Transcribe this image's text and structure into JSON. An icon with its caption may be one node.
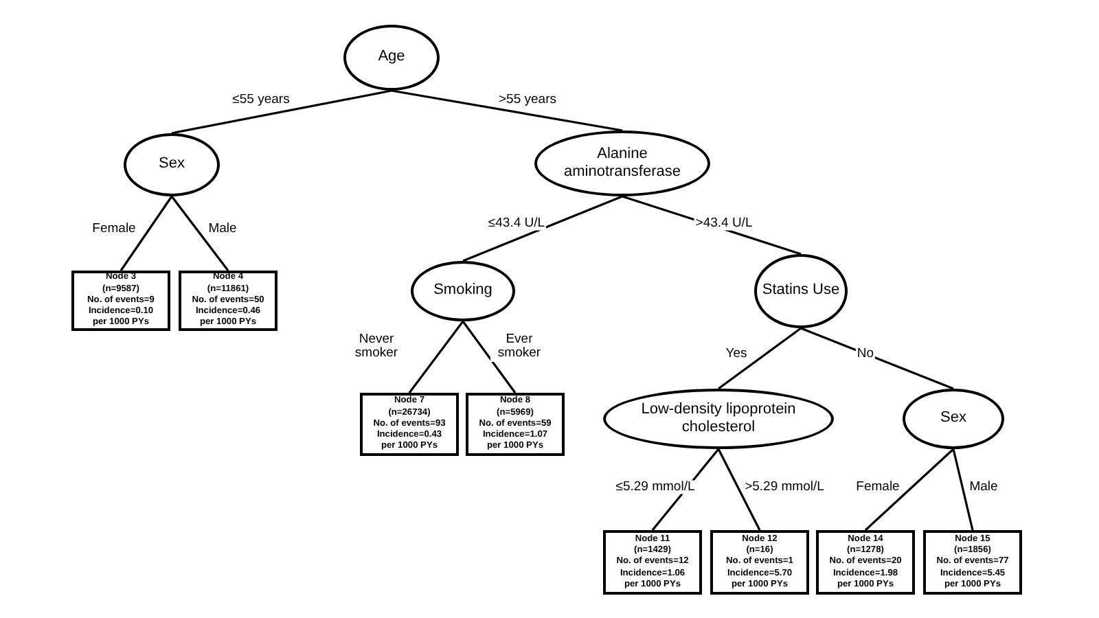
{
  "diagram": {
    "nodes": [
      {
        "text": [
          "Age"
        ]
      },
      {
        "text": [
          "Sex"
        ]
      },
      {
        "text": [
          "Alanine aminotransferase"
        ]
      },
      {
        "text": [
          "Node 3",
          "(n=9587)",
          "No. of events=9",
          "Incidence=0.10 per 1000 PYs"
        ]
      },
      {
        "text": [
          "Node 4",
          "(n=11861)",
          "No. of events=50",
          "Incidence=0.46 per 1000 PYs"
        ]
      },
      {
        "text": [
          "Smoking"
        ]
      },
      {
        "text": [
          "Statins Use"
        ]
      },
      {
        "text": [
          "Node 7",
          "(n=26734)",
          "No. of events=93",
          "Incidence=0.43 per 1000 PYs"
        ]
      },
      {
        "text": [
          "Node 8",
          "(n=5969)",
          "No. of events=59",
          "Incidence=1.07 per 1000 PYs"
        ]
      },
      {
        "text": [
          "Low-density lipoprotein cholesterol"
        ]
      },
      {
        "text": [
          "Sex"
        ]
      },
      {
        "text": [
          "Node 11",
          "(n=1429)",
          "No. of events=12",
          "Incidence=1.06 per 1000 PYs"
        ]
      },
      {
        "text": [
          "Node 12",
          "(n=16)",
          "No. of events=1",
          "Incidence=5.70 per 1000 PYs"
        ]
      },
      {
        "text": [
          "Node 14",
          "(n=1278)",
          "No. of events=20",
          "Incidence=1.98 per 1000 PYs"
        ]
      },
      {
        "text": [
          "Node 15",
          "(n=1856)",
          "No. of events=77",
          "Incidence=5.45 per 1000 PYs"
        ]
      }
    ],
    "edges": [
      {
        "from": 0,
        "to": 1,
        "arrow": "none",
        "label": "≤55 years"
      },
      {
        "from": 0,
        "to": 2,
        "arrow": "none",
        "label": ">55 years"
      },
      {
        "from": 1,
        "to": 3,
        "arrow": "none",
        "label": "Female"
      },
      {
        "from": 1,
        "to": 4,
        "arrow": "none",
        "label": "Male"
      },
      {
        "from": 2,
        "to": 5,
        "arrow": "none",
        "label": "≤43.4 U/L"
      },
      {
        "from": 2,
        "to": 6,
        "arrow": "none",
        "label": ">43.4 U/L"
      },
      {
        "from": 5,
        "to": 7,
        "arrow": "none",
        "label": "Never smoker"
      },
      {
        "from": 5,
        "to": 8,
        "arrow": "none",
        "label": "Ever smoker"
      },
      {
        "from": 6,
        "to": 9,
        "arrow": "none",
        "label": "Yes"
      },
      {
        "from": 6,
        "to": 10,
        "arrow": "none",
        "label": "No"
      },
      {
        "from": 9,
        "to": 11,
        "arrow": "none",
        "label": "≤5.29 mmol/L"
      },
      {
        "from": 9,
        "to": 12,
        "arrow": "none",
        "label": ">5.29 mmol/L"
      },
      {
        "from": 10,
        "to": 13,
        "arrow": "none",
        "label": "Female"
      },
      {
        "from": 10,
        "to": 14,
        "arrow": "none",
        "label": "Male"
      }
    ]
  }
}
